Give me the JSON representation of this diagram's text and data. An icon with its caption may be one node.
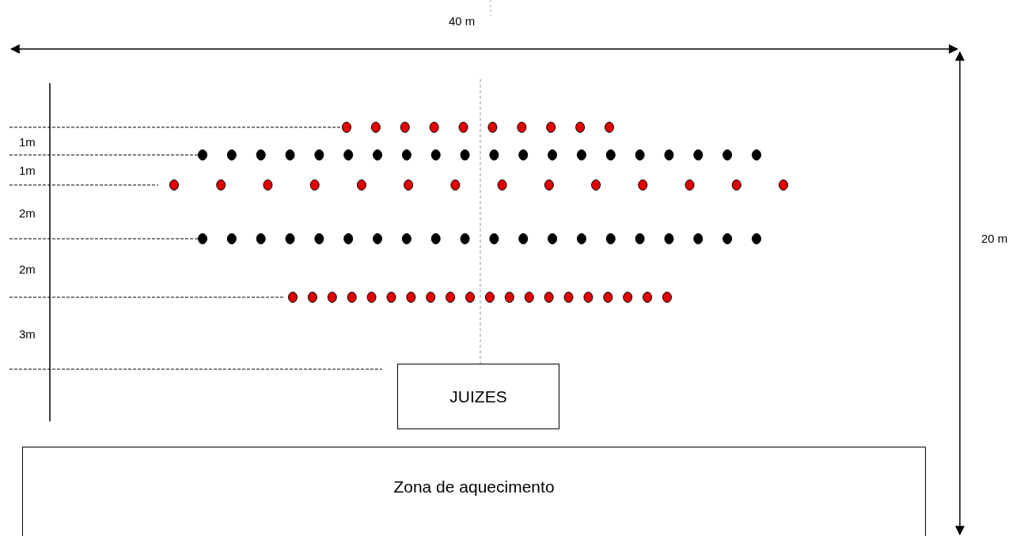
{
  "diagram": {
    "nodes": [
      {
        "text": [
          "JUIZES"
        ]
      },
      {
        "text": [
          "Zona de aquecimento"
        ]
      }
    ],
    "labels": [
      "40 m",
      "1m",
      "1m",
      "2m",
      "20 m",
      "2m",
      "3m"
    ]
  }
}
